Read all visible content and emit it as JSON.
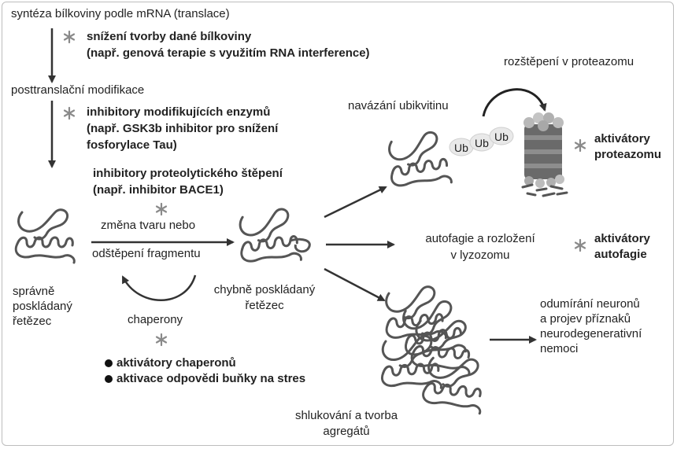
{
  "steps": {
    "translation": "syntéza bílkoviny podle mRNA (translace)",
    "ptm": "posttranslační modifikace"
  },
  "interventions": {
    "reduce_production_line1": "snížení tvorby dané bílkoviny",
    "reduce_production_line2": "(např. genová terapie s využitím RNA interference)",
    "modifying_enzymes_line1": "inhibitory modifikujících enzymů",
    "modifying_enzymes_line2": "(např. GSK3b inhibitor pro snížení",
    "modifying_enzymes_line3": "fosforylace Tau)",
    "proteolytic_line1": "inhibitory proteolytického štěpení",
    "proteolytic_line2": "(např. inhibitor BACE1)",
    "chaperone_activators": "aktivátory chaperonů",
    "stress_response": "aktivace odpovědi buňky na stres",
    "proteasome_activators_line1": "aktivátory",
    "proteasome_activators_line2": "proteazomu",
    "autophagy_activators_line1": "aktivátory",
    "autophagy_activators_line2": "autofagie"
  },
  "states": {
    "correct_line1": "správně",
    "correct_line2": "poskládaný",
    "correct_line3": "řetězec",
    "misfolded_line1": "chybně poskládaný",
    "misfolded_line2": "řetězec"
  },
  "processes": {
    "shape_change_line1": "změna tvaru nebo",
    "shape_change_line2": "odštěpení fragmentu",
    "chaperones": "chaperony",
    "ubiquitination": "navázání ubikvitinu",
    "proteasome_cleavage": "rozštěpení v proteazomu",
    "ub_label": "Ub",
    "autophagy_line1": "autofagie a rozložení",
    "autophagy_line2": "v lyzozomu",
    "aggregation_line1": "shlukování a tvorba",
    "aggregation_line2": "agregátů",
    "neurodegeneration_line1": "odumírání neuronů",
    "neurodegeneration_line2": "a projev příznaků",
    "neurodegeneration_line3": "neurodegenerativní",
    "neurodegeneration_line4": "nemoci"
  },
  "icons": {
    "intervention_marker": "asterisk-icon",
    "bullet": "bullet-dot-icon"
  },
  "colors": {
    "arrow": "#333333",
    "asterisk": "#888888",
    "protein_stroke": "#555555",
    "proteasome_dark": "#555555",
    "proteasome_light": "#b5b5b5",
    "ub_fill": "#e9e9e9",
    "frame": "#bdbdbd"
  }
}
